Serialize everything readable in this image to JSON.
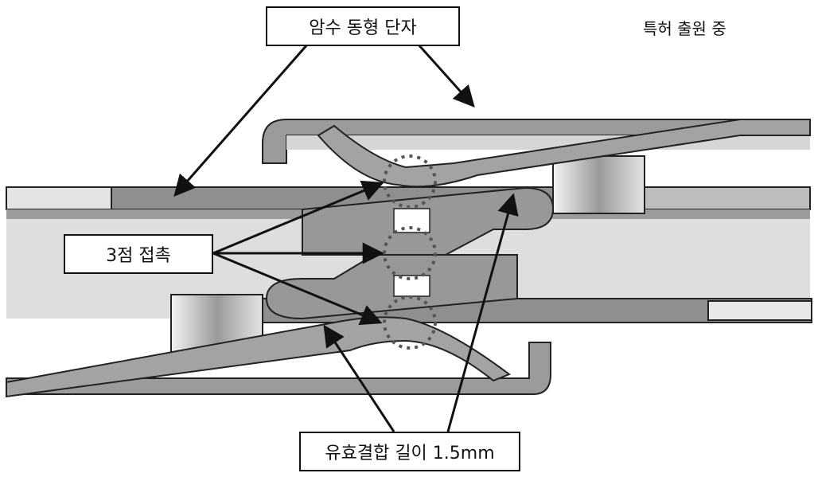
{
  "labels": {
    "male_female_terminal": "암수 동형 단자",
    "patent_pending": "특허 출원 중",
    "three_point_contact": "3점 접촉",
    "effective_mating_length": "유효결합 길이 1.5mm"
  },
  "colors": {
    "metal_dark": "#8c8c8c",
    "metal_mid": "#a6a6a6",
    "housing_light": "#dcdcdc",
    "outline": "#222222",
    "contact_circle": "#555555"
  }
}
